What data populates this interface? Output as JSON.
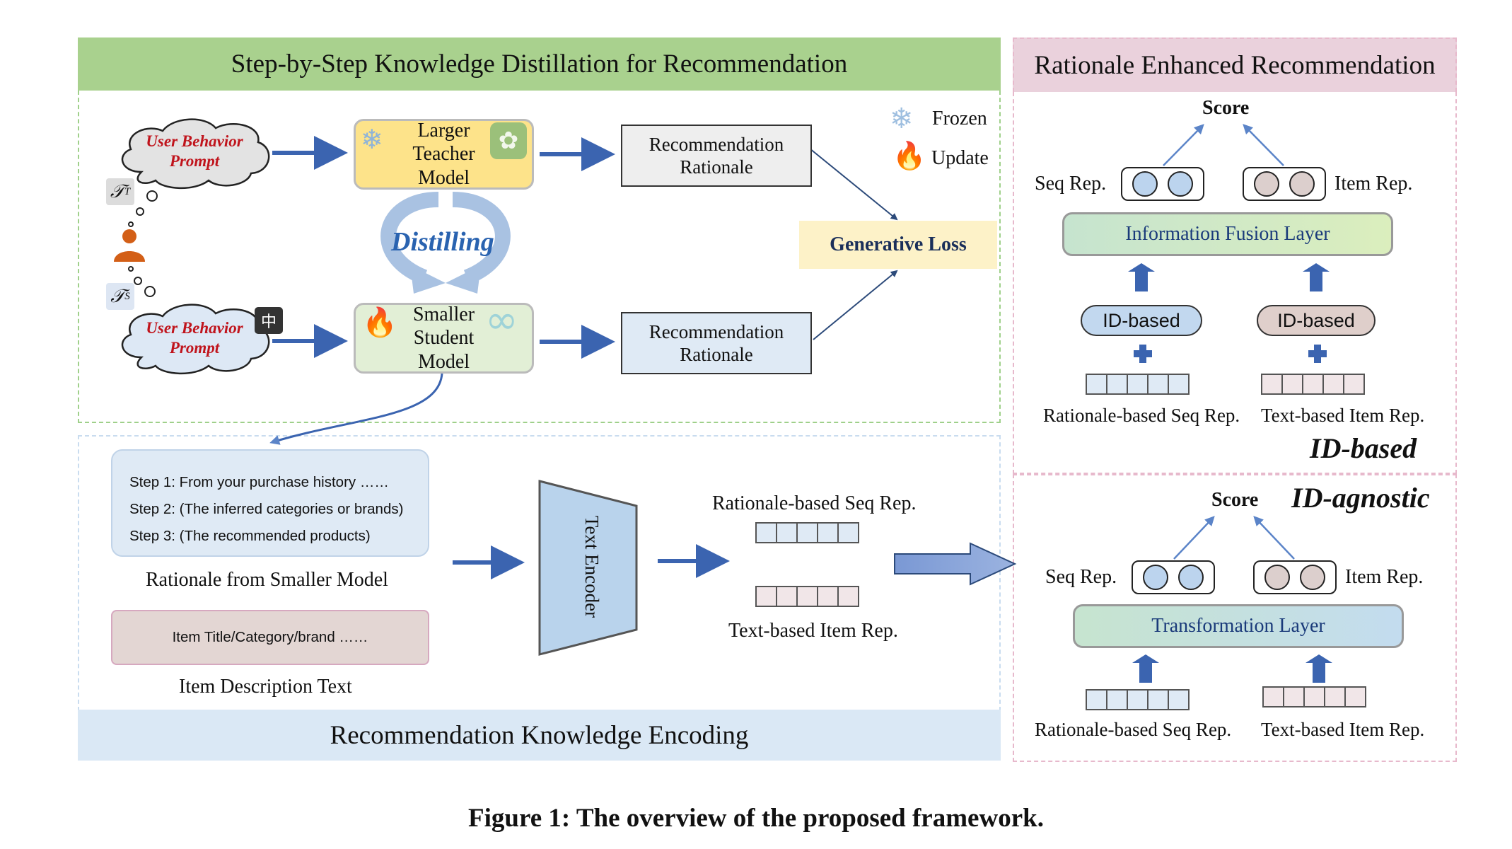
{
  "left_panel": {
    "title": "Step-by-Step Knowledge Distillation for Recommendation",
    "bottom_title": "Recommendation Knowledge Encoding"
  },
  "right_panel": {
    "title": "Rationale Enhanced Recommendation"
  },
  "prompts": {
    "teacher_prompt": "User Behavior Prompt",
    "student_prompt": "User Behavior Prompt",
    "teacher_symbol": "𝒯",
    "teacher_sup": "T",
    "student_symbol": "𝒯",
    "student_sup": "S",
    "zh_badge": "中"
  },
  "models": {
    "teacher": "Larger Teacher Model",
    "student": "Smaller Student Model",
    "distilling": "Distilling"
  },
  "rationales": {
    "top": "Recommendation Rationale",
    "bottom": "Recommendation Rationale",
    "loss": "Generative Loss"
  },
  "legend": {
    "frozen": "Frozen",
    "update": "Update"
  },
  "steps": {
    "step1": "Step 1: From your purchase history ……",
    "step2": "Step 2: (The inferred categories or brands)",
    "step3": "Step 3: (The recommended products)",
    "caption": "Rationale from Smaller Model",
    "item_text": "Item Title/Category/brand ……",
    "item_caption": "Item Description Text"
  },
  "encoder": {
    "label": "Text Encoder",
    "seq_rep": "Rationale-based Seq Rep.",
    "item_rep": "Text-based Item Rep."
  },
  "id_based": {
    "score": "Score",
    "seq_rep": "Seq Rep.",
    "item_rep": "Item Rep.",
    "fusion_layer": "Information Fusion Layer",
    "id_left": "ID-based",
    "id_right": "ID-based",
    "seq_caption": "Rationale-based Seq Rep.",
    "item_caption": "Text-based Item Rep.",
    "tag": "ID-based"
  },
  "id_agnostic": {
    "score": "Score",
    "tag": "ID-agnostic",
    "seq_rep": "Seq Rep.",
    "item_rep": "Item Rep.",
    "transform_layer": "Transformation Layer",
    "seq_caption": "Rationale-based Seq Rep.",
    "item_caption": "Text-based Item Rep."
  },
  "caption": "Figure 1: The overview of the proposed framework.",
  "colors": {
    "green_header": "#a9d18e",
    "pink_header": "#ead1dc",
    "blue_footer": "#dae8f5",
    "teacher_fill": "#fde38a",
    "student_fill": "#e2efd6",
    "loss_fill": "#fdf2c8",
    "arrow_blue": "#3b64b0",
    "prompt_red": "#c0141c"
  }
}
